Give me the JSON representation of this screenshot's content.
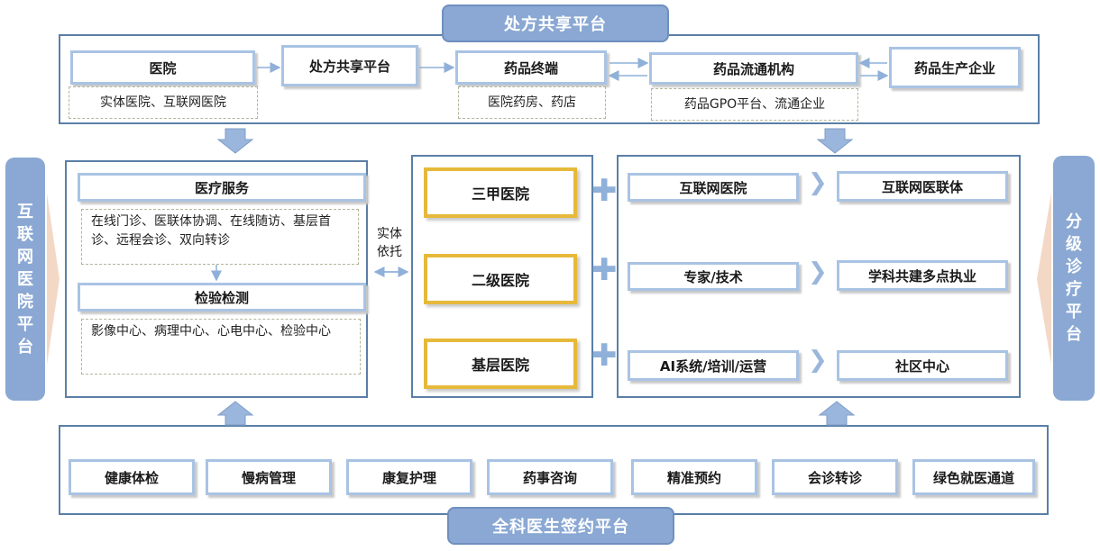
{
  "top_platform": {
    "title": "处方共享平台",
    "flow": [
      "医院",
      "处方共享平台",
      "药品终端",
      "药品流通机构",
      "药品生产企业"
    ],
    "hospital_note": "实体医院、互联网医院",
    "terminal_note": "医院药房、药店",
    "distribution_note": "药品GPO平台、流通企业"
  },
  "left_platform": {
    "title": "互联网医院平台",
    "medical_service": "医疗服务",
    "medical_service_note": "在线门诊、医联体协调、在线随访、基层首诊、远程会诊、双向转诊",
    "inspection": "检验检测",
    "inspection_note": "影像中心、病理中心、心电中心、检验中心"
  },
  "connector_label": "实体依托",
  "hospitals": [
    "三甲医院",
    "二级医院",
    "基层医院"
  ],
  "right_platform": {
    "title": "分级诊疗平台",
    "rows": [
      {
        "left": "互联网医院",
        "right": "互联网医联体"
      },
      {
        "left": "专家/技术",
        "right": "学科共建多点执业"
      },
      {
        "left": "AI系统/培训/运营",
        "right": "社区中心"
      }
    ]
  },
  "bottom_platform": {
    "title": "全科医生签约平台",
    "services": [
      "健康体检",
      "慢病管理",
      "康复护理",
      "药事咨询",
      "精准预约",
      "会诊转诊",
      "绿色就医通道"
    ]
  },
  "colors": {
    "frame": "#5a7fa6",
    "pill": "#8aa8d3",
    "box_border": "#a9c3e3",
    "hospital_border": "#e6b93a"
  }
}
